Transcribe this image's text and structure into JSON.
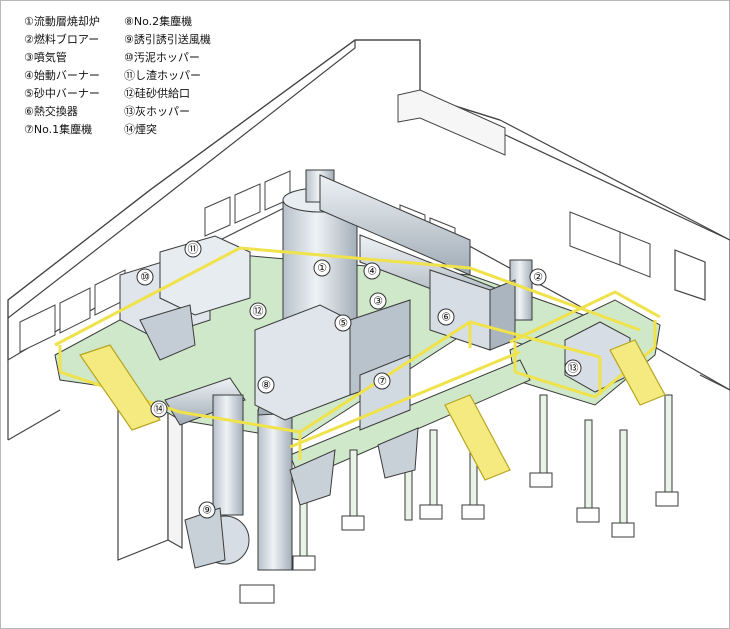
{
  "legend": {
    "left_column": [
      "①流動層焼却炉",
      "②燃料ブロアー",
      "③噴気管",
      "④始動バーナー",
      "⑤砂中バーナー",
      "⑥熱交換器",
      "⑦No.1集塵機"
    ],
    "right_column": [
      "⑧No.2集塵機",
      "⑨誘引誘引送風機",
      "⑩汚泥ホッパー",
      "⑪し渣ホッパー",
      "⑫硅砂供給口",
      "⑬灰ホッパー",
      "⑭煙突"
    ]
  },
  "callouts": [
    "①",
    "②",
    "③",
    "④",
    "⑤",
    "⑥",
    "⑦",
    "⑧",
    "⑨",
    "⑩",
    "⑪",
    "⑫",
    "⑬",
    "⑭"
  ],
  "colors": {
    "railing": "#f0e24a",
    "floor": "#cfe8c9",
    "equipment": "#d6dde4",
    "equipment_dark": "#9aa6b0",
    "outline": "#3a3a3a",
    "building": "#ffffff"
  }
}
